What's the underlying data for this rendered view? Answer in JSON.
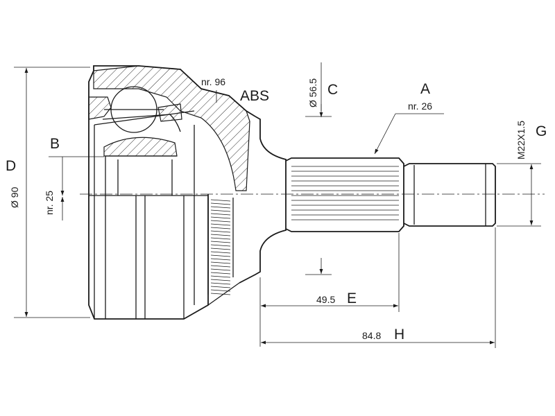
{
  "labels": {
    "A": "A",
    "B": "B",
    "C": "C",
    "D": "D",
    "E": "E",
    "G": "G",
    "H": "H",
    "abs": "ABS"
  },
  "dimensions": {
    "a_note": "nr. 26",
    "b_note": "nr. 25",
    "abs_note": "nr. 96",
    "c_value": "Ø 56.5",
    "d_value": "Ø 90",
    "e_value": "49.5",
    "g_value": "M22X1.5",
    "h_value": "84.8"
  }
}
